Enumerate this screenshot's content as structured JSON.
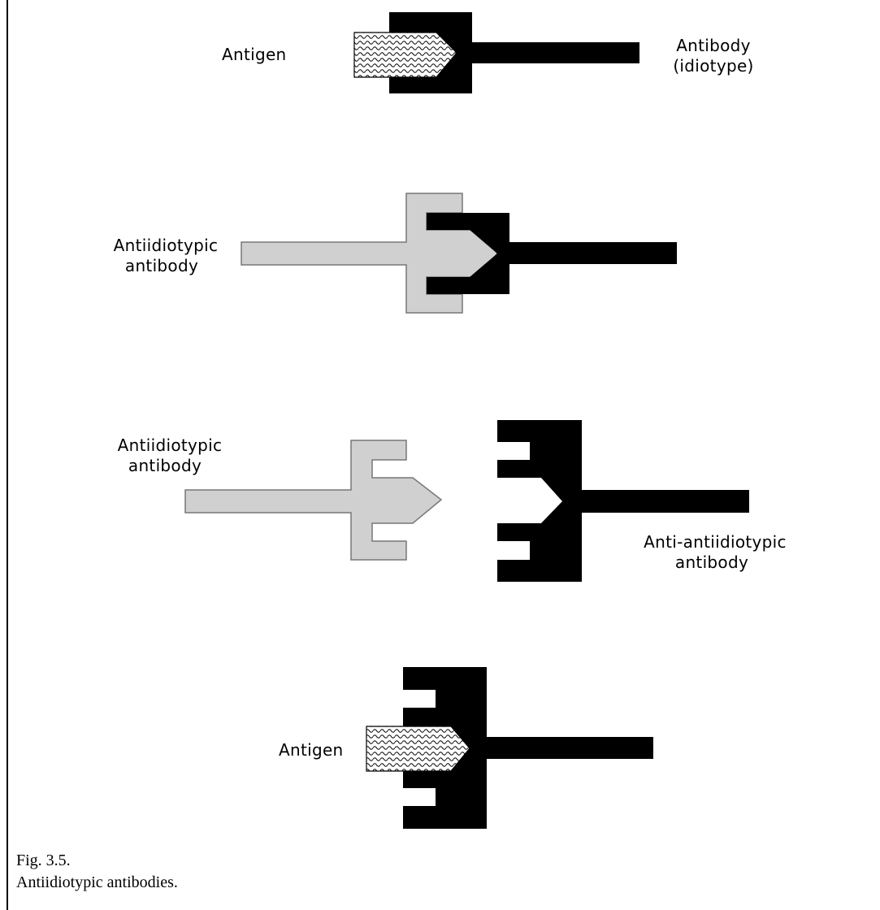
{
  "figure": {
    "panel1": {
      "antigen_label": "Antigen",
      "antibody_label_line1": "Antibody",
      "antibody_label_line2": "(idiotype)"
    },
    "panel2": {
      "antiidiotypic_line1": "Antiidiotypic",
      "antiidiotypic_line2": "antibody"
    },
    "panel3": {
      "antiidiotypic_line1": "Antiidiotypic",
      "antiidiotypic_line2": "antibody",
      "anti_anti_line1": "Anti-antiidiotypic",
      "anti_anti_line2": "antibody"
    },
    "panel4": {
      "antigen_label": "Antigen"
    },
    "colors": {
      "idiotype": "#000000",
      "antiidiotype_fill": "#d0d0d0",
      "antiidiotype_stroke": "#777777",
      "antigen_pattern": "wavy-hatch"
    }
  },
  "caption": {
    "number": "Fig. 3.5.",
    "text": "Antiidiotypic antibodies."
  }
}
